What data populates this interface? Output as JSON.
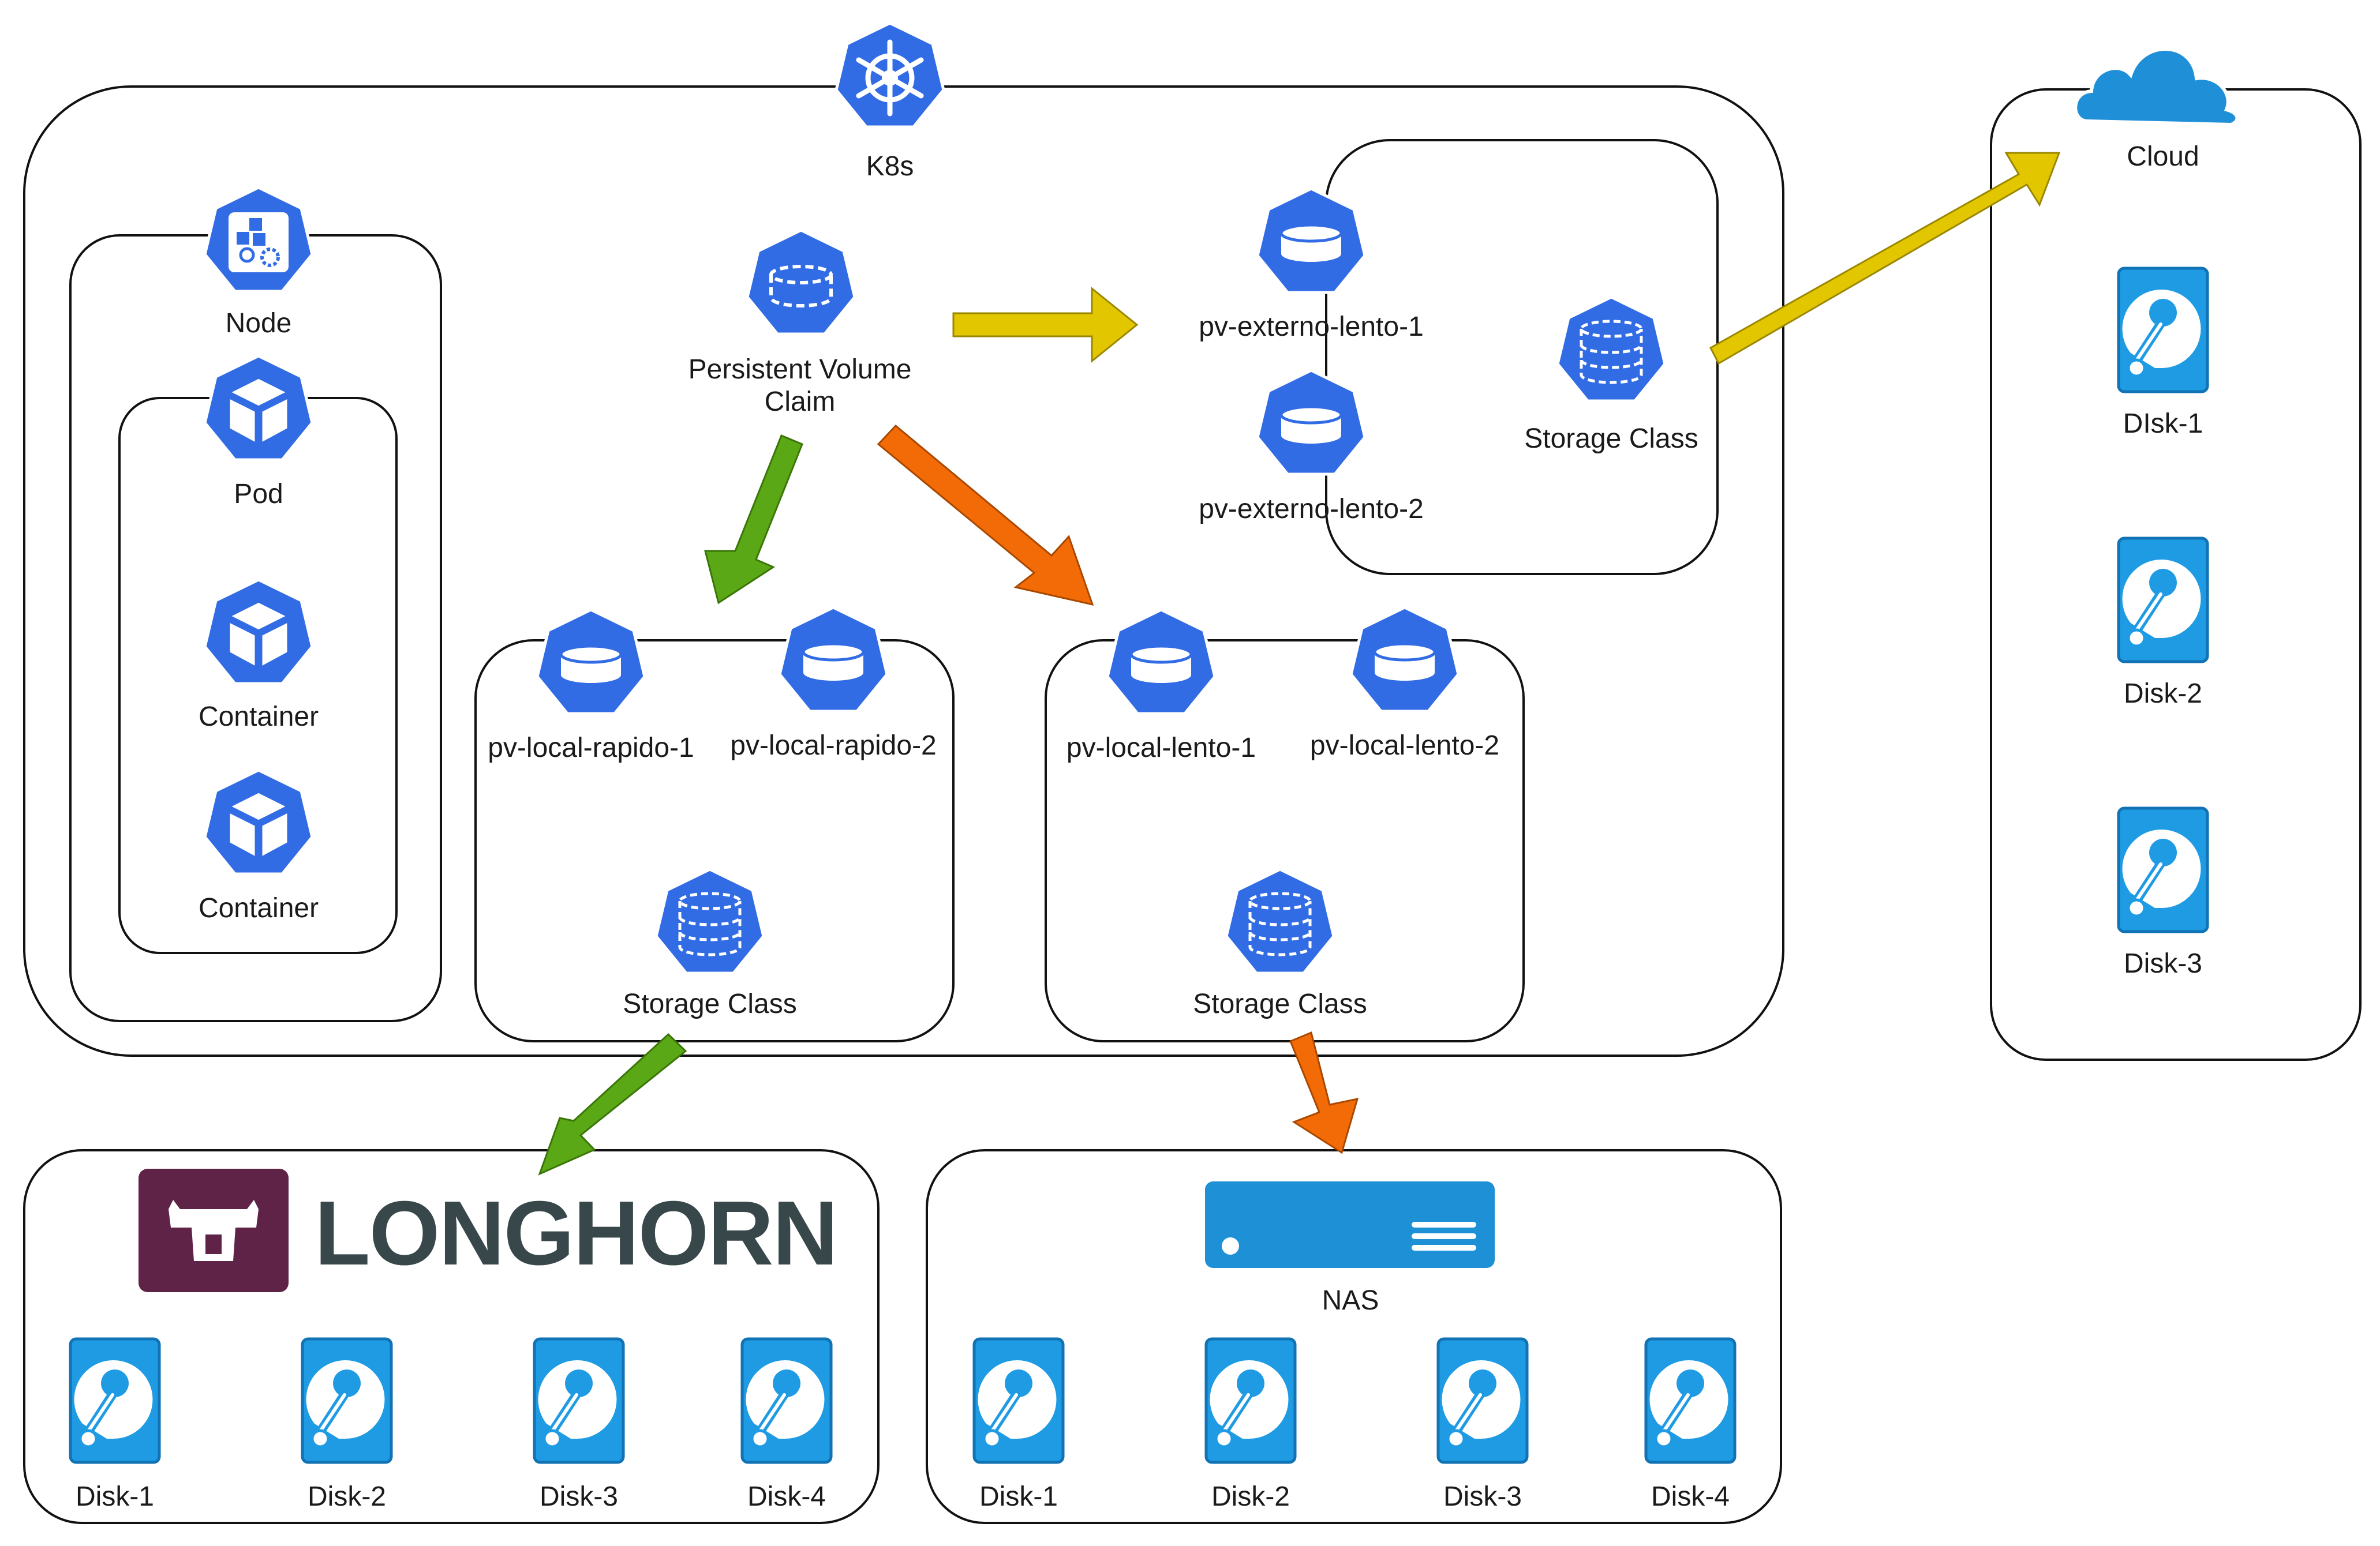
{
  "k8s": {
    "label": "K8s"
  },
  "node": {
    "label": "Node"
  },
  "pod": {
    "label": "Pod",
    "containers": [
      "Container",
      "Container"
    ]
  },
  "pvc": {
    "label_line1": "Persistent Volume",
    "label_line2": "Claim"
  },
  "external_group": {
    "pvs": [
      "pv-externo-lento-1",
      "pv-externo-lento-2"
    ],
    "storage_class": "Storage Class"
  },
  "fast_group": {
    "pvs": [
      "pv-local-rapido-1",
      "pv-local-rapido-2"
    ],
    "storage_class": "Storage Class"
  },
  "slow_group": {
    "pvs": [
      "pv-local-lento-1",
      "pv-local-lento-2"
    ],
    "storage_class": "Storage Class"
  },
  "cloud": {
    "label": "Cloud",
    "disks": [
      "DIsk-1",
      "Disk-2",
      "Disk-3"
    ]
  },
  "longhorn": {
    "logo_text": "LONGHORN",
    "disks": [
      "Disk-1",
      "Disk-2",
      "Disk-3",
      "Disk-4"
    ]
  },
  "nas": {
    "label": "NAS",
    "disks": [
      "Disk-1",
      "Disk-2",
      "Disk-3",
      "Disk-4"
    ]
  },
  "colors": {
    "k8s_blue": "#326ce5",
    "disk_blue": "#1f9be4",
    "nas_blue": "#1e90d6",
    "arrow_yellow": "#e2c600",
    "arrow_green": "#5aa815",
    "arrow_orange": "#f36b07",
    "longhorn_purple": "#5f2347",
    "longhorn_text": "#37474a"
  },
  "icons": {
    "k8s": "kubernetes-helm-icon",
    "node": "kubernetes-node-icon",
    "pod": "kubernetes-pod-icon",
    "pv": "persistent-volume-icon",
    "storage_class": "storage-class-icon",
    "disk": "hard-disk-icon",
    "cloud": "cloud-icon",
    "nas": "nas-server-icon"
  }
}
